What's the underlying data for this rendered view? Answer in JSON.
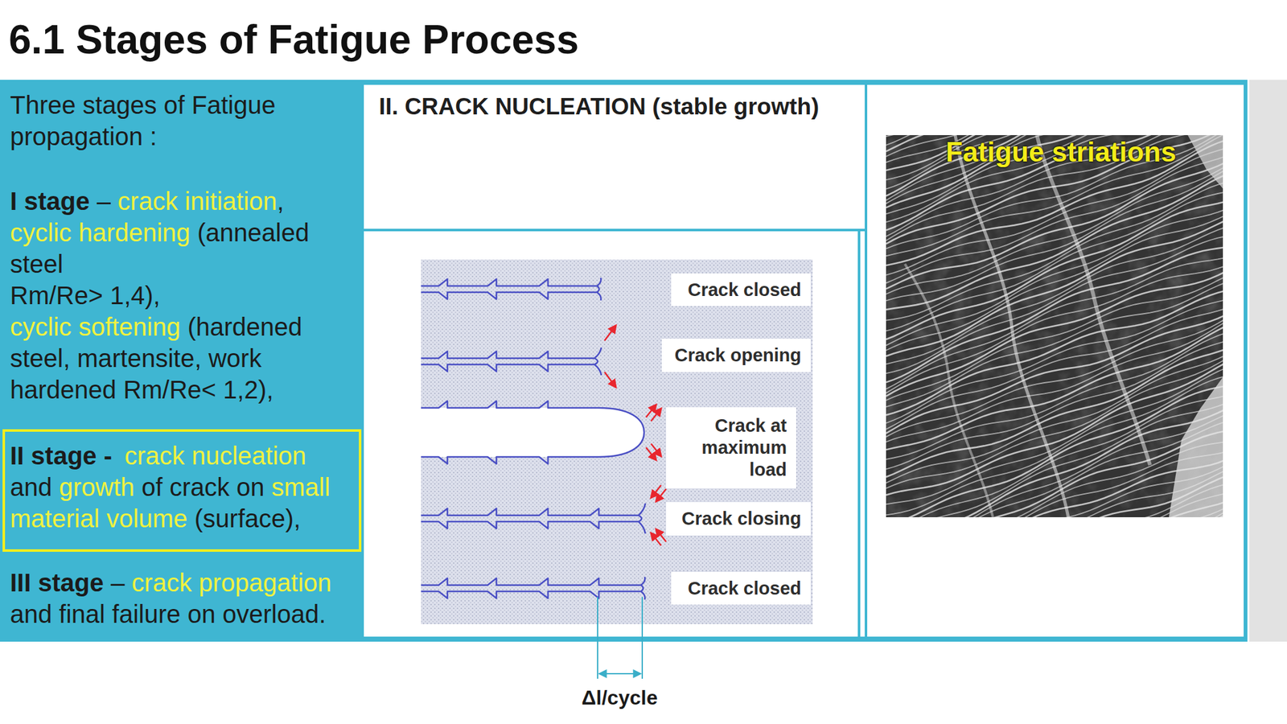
{
  "diagram": {
    "title": "6.1 Stages of Fatigue Process",
    "nodes": [
      {
        "text": [
          "Three stages of Fatigue propagation :",
          "I stage",
          "–",
          "crack initiation",
          ",",
          "cyclic hardening",
          "(annealed steel",
          "Rm/Re> 1,4),",
          "cyclic softening",
          "(hardened steel, martensite, work hardened Rm/Re< 1,2),",
          "III stage",
          "–",
          "crack propagation",
          "and final failure on overload."
        ]
      },
      {
        "text": [
          "II stage -",
          "crack nucleation",
          "and",
          "growth",
          "of crack on",
          "small material volume",
          "(surface),"
        ],
        "in": 0
      },
      {
        "text": [
          "II. CRACK NUCLEATION (stable growth)"
        ],
        "in": 0
      },
      {
        "text": [
          "Crack closed"
        ],
        "in": 2
      },
      {
        "text": [
          "Crack opening"
        ],
        "in": 2
      },
      {
        "text": [
          "Crack at maximum load"
        ],
        "in": 2
      },
      {
        "text": [
          "Crack closing"
        ],
        "in": 2
      },
      {
        "text": [
          "Crack closed"
        ],
        "in": 2
      },
      {
        "text": [
          "Fatigue striations"
        ],
        "in": 0
      }
    ],
    "labels": [
      "Δl/cycle"
    ]
  }
}
